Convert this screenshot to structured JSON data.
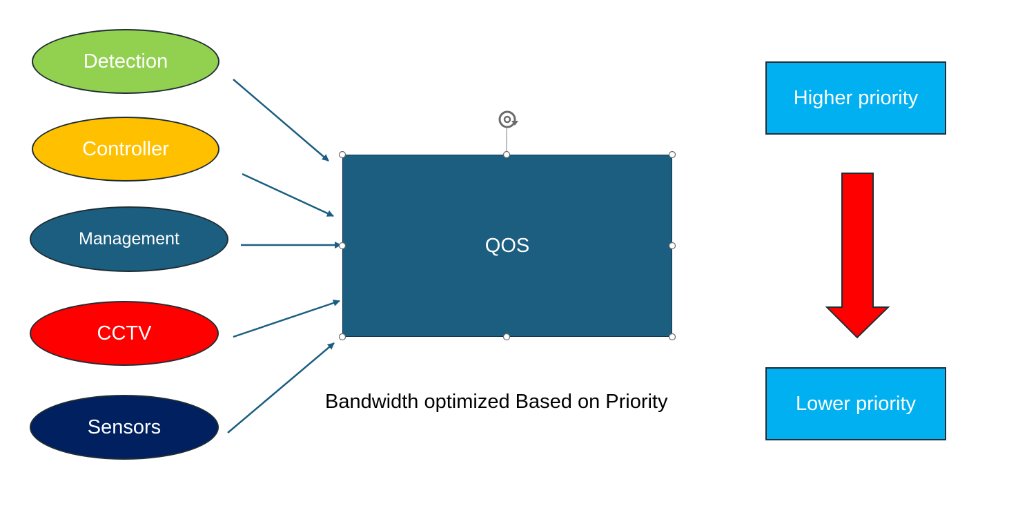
{
  "sources": [
    {
      "id": "detection",
      "label": "Detection",
      "color": "#92d050"
    },
    {
      "id": "controller",
      "label": "Controller",
      "color": "#ffc000"
    },
    {
      "id": "management",
      "label": "Management",
      "color": "#1b5e80"
    },
    {
      "id": "cctv",
      "label": "CCTV",
      "color": "#ff0000"
    },
    {
      "id": "sensors",
      "label": "Sensors",
      "color": "#002060"
    }
  ],
  "qos": {
    "label": "QOS",
    "color": "#1b5e80"
  },
  "caption": "Bandwidth optimized Based on Priority",
  "priority": {
    "high": "Higher priority",
    "low": "Lower priority",
    "box_color": "#00b0f0",
    "arrow_color": "#ff0000"
  },
  "connector_color": "#1b5e80"
}
